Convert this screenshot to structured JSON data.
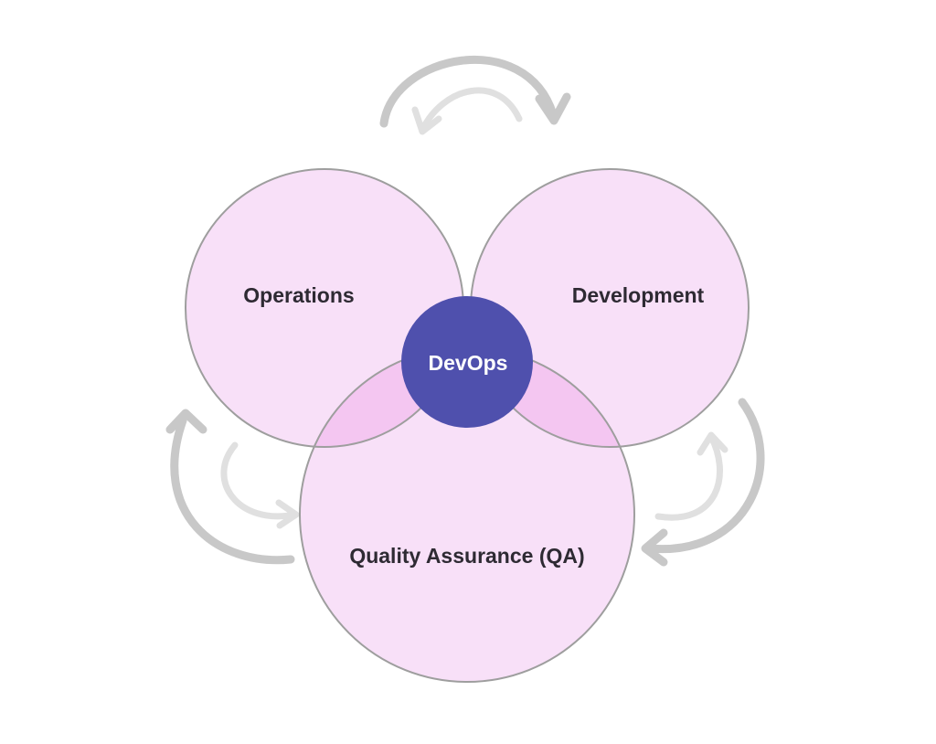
{
  "diagram": {
    "circles": {
      "operations": {
        "label": "Operations"
      },
      "development": {
        "label": "Development"
      },
      "qa": {
        "label": "Quality Assurance (QA)"
      }
    },
    "center": {
      "label": "DevOps"
    }
  },
  "colors": {
    "circle_fill": "#f8e0f8",
    "overlap_fill": "#f4c6f1",
    "circle_stroke": "#9e9e9e",
    "center_fill": "#4f50ad",
    "center_text": "#ffffff",
    "label_text": "#2e2a33",
    "arrow_outer": "#c8c8c8",
    "arrow_inner": "#e0e0e0"
  },
  "icons": {
    "cycle_arrows": "curved-arrow-icon"
  }
}
